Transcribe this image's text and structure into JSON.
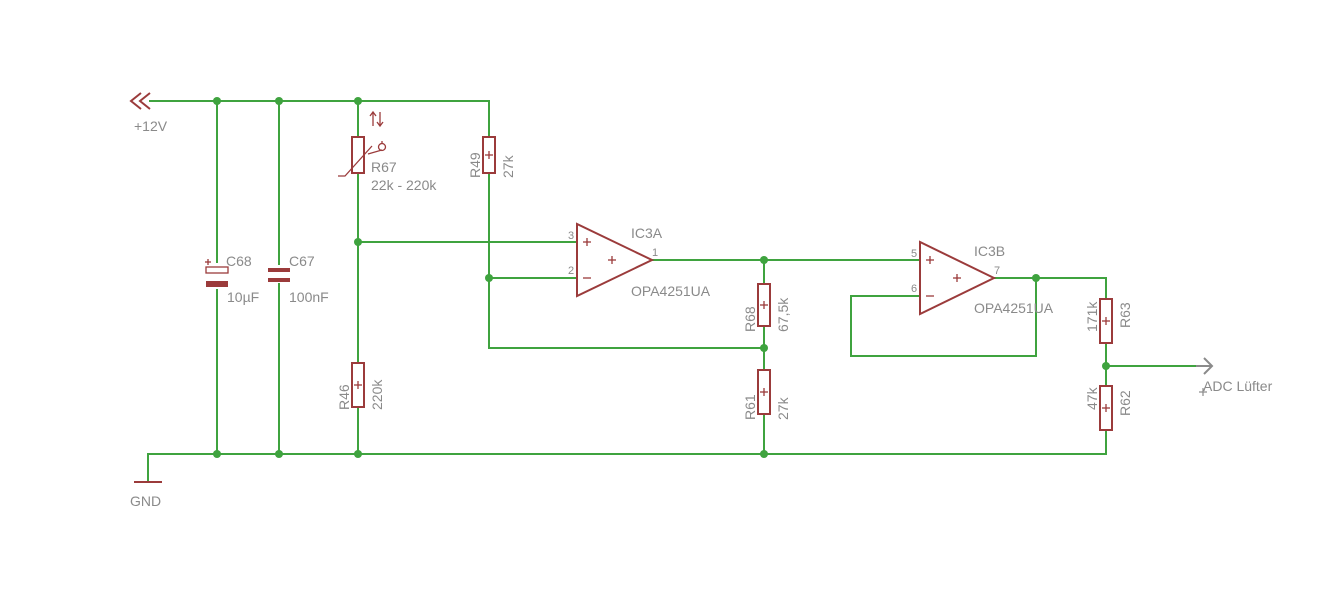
{
  "labels": {
    "v12": "+12V",
    "gnd": "GND",
    "c68_name": "C68",
    "c68_value": "10µF",
    "c67_name": "C67",
    "c67_value": "100nF",
    "r67_name": "R67",
    "r67_value": "22k - 220k",
    "r49_name": "R49",
    "r49_value": "27k",
    "r46_name": "R46",
    "r46_value": "220k",
    "ic3a_name": "IC3A",
    "ic3a_value": "OPA4251UA",
    "ic3b_name": "IC3B",
    "ic3b_value": "OPA4251UA",
    "r68_name": "R68",
    "r68_value": "67,5k",
    "r61_name": "R61",
    "r61_value": "27k",
    "r63_name": "R63",
    "r63_value": "171k",
    "r62_name": "R62",
    "r62_value": "47k",
    "adc": "ADC Lüfter"
  },
  "pins": {
    "ic3a_in_plus": "3",
    "ic3a_in_minus": "2",
    "ic3a_out": "1",
    "ic3b_in_plus": "5",
    "ic3b_in_minus": "6",
    "ic3b_out": "7"
  },
  "colors": {
    "wire": "#3fa33f",
    "component": "#9b3b3b",
    "label": "#8a8a8a"
  }
}
